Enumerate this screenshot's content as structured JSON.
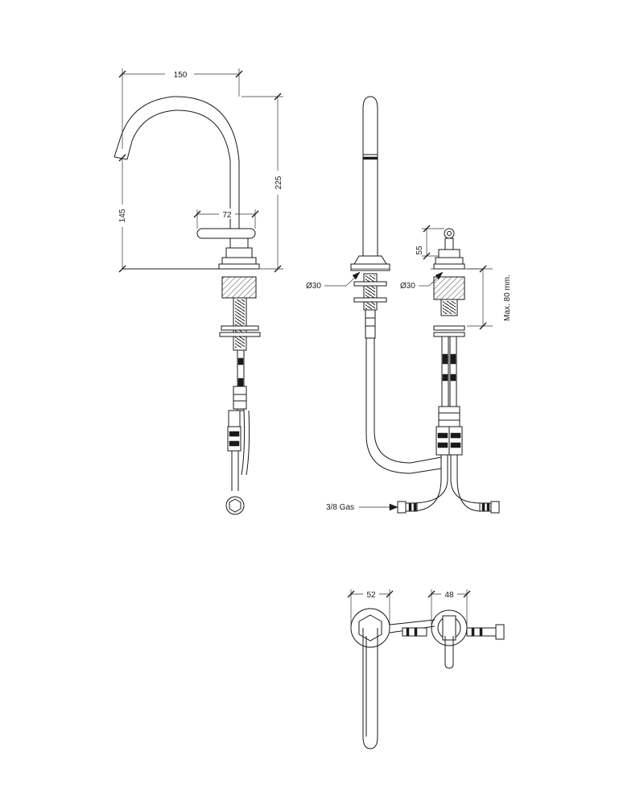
{
  "dimensions": {
    "spout_reach": "150",
    "spout_height": "225",
    "outlet_height": "145",
    "handle_width": "72",
    "handle_height": "55",
    "hole_diameter_spout": "Ø30",
    "hole_diameter_handle": "Ø30",
    "deck_thickness": "Max. 80 mm.",
    "connection": "3/8 Gas",
    "base_diameter_spout": "52",
    "base_diameter_handle": "48"
  }
}
